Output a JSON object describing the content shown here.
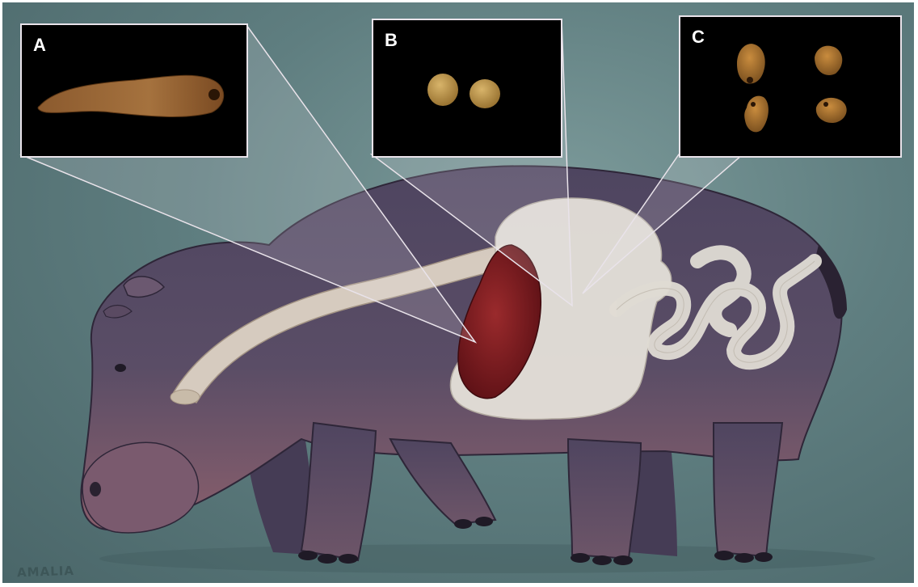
{
  "figure": {
    "panels": [
      {
        "id": "A",
        "label": "A",
        "specimen": "elongated-fluke"
      },
      {
        "id": "B",
        "label": "B",
        "specimen": "round-eggs"
      },
      {
        "id": "C",
        "label": "C",
        "specimen": "conical-flukes"
      }
    ],
    "signature": "AMALIA"
  },
  "colors": {
    "background": "#5f7e80",
    "hippo_body": "#5a4d66",
    "hippo_belly": "#8a5f6c",
    "stomach": "#e8e4dc",
    "liver": "#7a1a1e",
    "callout": "#e9e3ea"
  }
}
